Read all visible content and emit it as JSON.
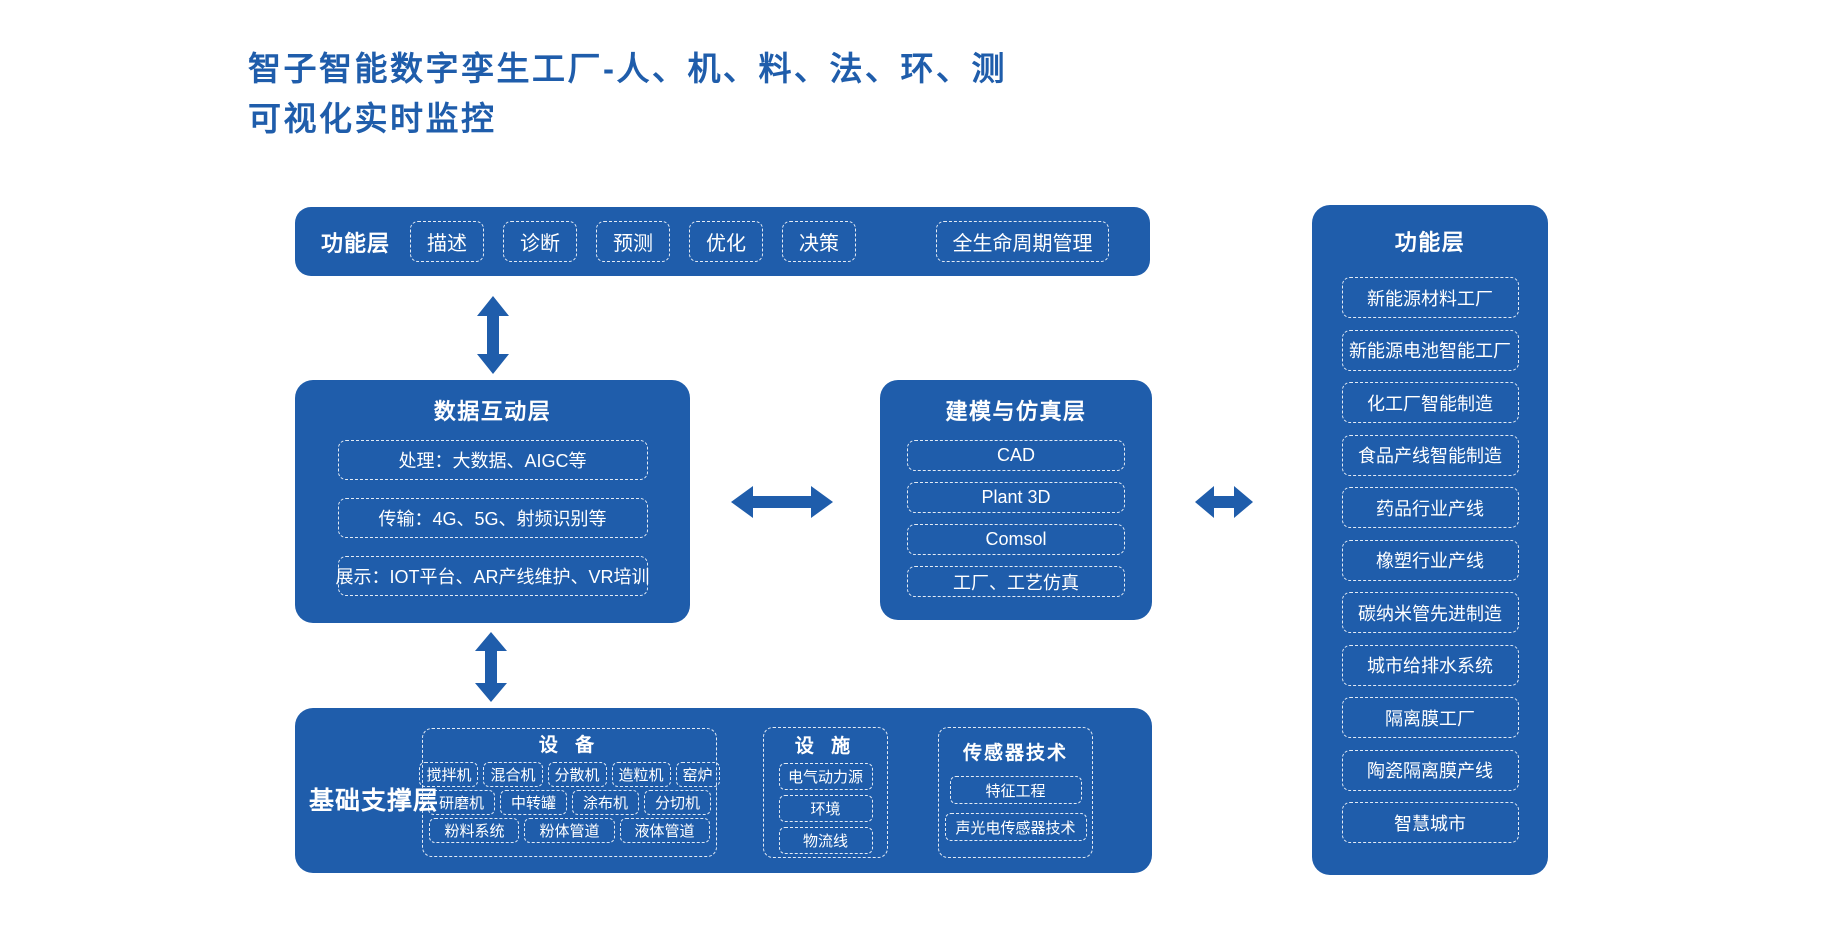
{
  "colors": {
    "primary": "#1f5dab",
    "background": "#ffffff",
    "text_on_blue": "#ffffff"
  },
  "title": {
    "line1": "智子智能数字孪生工厂-人、机、料、法、环、测",
    "line2": "可视化实时监控"
  },
  "function_bar": {
    "label": "功能层",
    "chips": [
      "描述",
      "诊断",
      "预测",
      "优化",
      "决策"
    ],
    "wide_chip": "全生命周期管理"
  },
  "data_interaction": {
    "title": "数据互动层",
    "items": [
      "处理：大数据、AIGC等",
      "传输：4G、5G、射频识别等",
      "展示：IOT平台、AR产线维护、VR培训"
    ]
  },
  "modeling": {
    "title": "建模与仿真层",
    "items": [
      "CAD",
      "Plant 3D",
      "Comsol",
      "工厂、工艺仿真"
    ]
  },
  "foundation": {
    "label": "基础支撑层",
    "equipment": {
      "title": "设 备",
      "rows": [
        [
          "搅拌机",
          "混合机",
          "分散机",
          "造粒机",
          "窑炉"
        ],
        [
          "研磨机",
          "中转罐",
          "涂布机",
          "分切机"
        ],
        [
          "粉料系统",
          "粉体管道",
          "液体管道"
        ]
      ]
    },
    "facilities": {
      "title": "设 施",
      "items": [
        "电气动力源",
        "环境",
        "物流线"
      ]
    },
    "sensor": {
      "title": "传感器技术",
      "items": [
        "特征工程",
        "声光电传感器技术"
      ]
    }
  },
  "application": {
    "title": "功能层",
    "items": [
      "新能源材料工厂",
      "新能源电池智能工厂",
      "化工厂智能制造",
      "食品产线智能制造",
      "药品行业产线",
      "橡塑行业产线",
      "碳纳米管先进制造",
      "城市给排水系统",
      "隔离膜工厂",
      "陶瓷隔离膜产线",
      "智慧城市"
    ]
  }
}
